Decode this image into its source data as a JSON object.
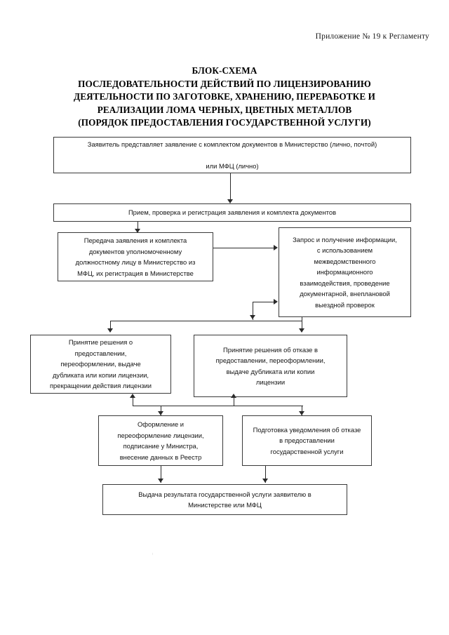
{
  "document": {
    "appendix_note": "Приложение № 19 к Регламенту",
    "title_lines": [
      "БЛОК-СХЕМА",
      "ПОСЛЕДОВАТЕЛЬНОСТИ ДЕЙСТВИЙ ПО ЛИЦЕНЗИРОВАНИЮ",
      "ДЕЯТЕЛЬНОСТИ ПО ЗАГОТОВКЕ, ХРАНЕНИЮ, ПЕРЕРАБОТКЕ И",
      "РЕАЛИЗАЦИИ ЛОМА ЧЕРНЫХ, ЦВЕТНЫХ МЕТАЛЛОВ",
      "(ПОРЯДОК ПРЕДОСТАВЛЕНИЯ ГОСУДАРСТВЕННОЙ УСЛУГИ)"
    ]
  },
  "flowchart": {
    "type": "flowchart",
    "orientation": "top-to-bottom",
    "nodes": [
      {
        "id": "n1",
        "name": "applicant-submits-application",
        "lines": [
          "Заявитель представляет заявление с комплектом  документов в Министерство (лично, почтой)",
          "",
          "или МФЦ (лично)"
        ]
      },
      {
        "id": "n2",
        "name": "receipt-check-registration",
        "lines": [
          "Прием, проверка и регистрация заявления и комплекта документов"
        ]
      },
      {
        "id": "n3",
        "name": "transfer-to-authorized-official",
        "lines": [
          "Передача заявления и комплекта",
          "документов уполномоченному",
          "должностному лицу в Министерство из",
          "МФЦ, их  регистрация в Министерстве"
        ]
      },
      {
        "id": "n4",
        "name": "interdepartmental-request-and-inspections",
        "lines": [
          "Запрос и получение информации,",
          "с           использованием",
          "межведомственного",
          "информационного",
          "взаимодействия, проведение",
          "документарной, внеплановой",
          "выездной проверок"
        ]
      },
      {
        "id": "n5",
        "name": "decision-to-grant-licence",
        "lines": [
          "Принятие решения о",
          "предоставлении,",
          "переоформлении, выдаче",
          "дубликата или копии лицензии,",
          "прекращении действия лицензии"
        ]
      },
      {
        "id": "n6",
        "name": "decision-to-refuse-licence",
        "lines": [
          "Принятие решения об  отказе в",
          "предоставлении,  переоформлении,",
          "выдаче дубликата или копии",
          "лицензии"
        ]
      },
      {
        "id": "n7",
        "name": "issue-and-reissue-licence",
        "lines": [
          "Оформление и",
          "переоформление лицензии,",
          "подписание у Министра,",
          "внесение данных в   Реестр"
        ]
      },
      {
        "id": "n8",
        "name": "prepare-refusal-notification",
        "lines": [
          "Подготовка  уведомления об отказе",
          "в   предоставлении",
          "государственной услуги"
        ]
      },
      {
        "id": "n9",
        "name": "deliver-result-to-applicant",
        "lines": [
          "Выдача результата государственной услуги заявителю  в",
          "Министерстве или МФЦ"
        ]
      }
    ],
    "edges": [
      {
        "from": "n1",
        "to": "n2"
      },
      {
        "from": "n2",
        "to": "n3"
      },
      {
        "from": "n3",
        "to": "n4"
      },
      {
        "from": "n3",
        "to": "n5"
      },
      {
        "from": "n3",
        "to": "n6"
      },
      {
        "from": "n4",
        "to": "n5"
      },
      {
        "from": "n4",
        "to": "n6"
      },
      {
        "from": "n5",
        "to": "n7"
      },
      {
        "from": "n6",
        "to": "n8"
      },
      {
        "from": "n7",
        "to": "n9"
      },
      {
        "from": "n8",
        "to": "n9"
      }
    ]
  },
  "colors": {
    "page_background": "#ffffff",
    "box_border": "#3a3a3a",
    "connector": "#2b2b2b",
    "text": "#141414"
  }
}
